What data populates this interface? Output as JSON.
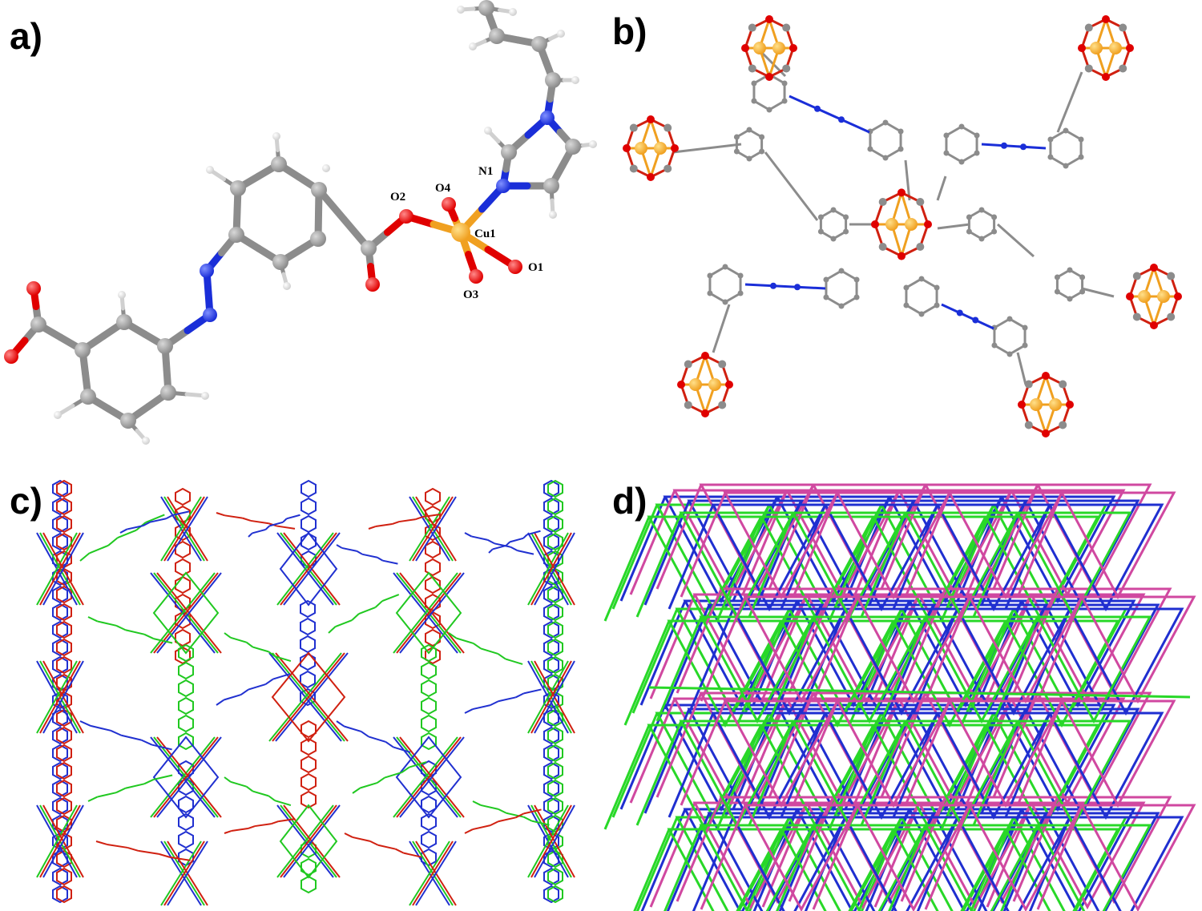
{
  "panels": {
    "a": {
      "label": "a)"
    },
    "b": {
      "label": "b)"
    },
    "c": {
      "label": "c)"
    },
    "d": {
      "label": "d)"
    }
  },
  "atom_labels": {
    "n1": "N1",
    "o2": "O2",
    "o4": "O4",
    "cu1": "Cu1",
    "o1": "O1",
    "o3": "O3"
  },
  "colors": {
    "carbon": "#8c8c8c",
    "oxygen": "#e00000",
    "nitrogen": "#1a2ed8",
    "copper": "#f0a020",
    "hydrogen": "#d0d0d0",
    "net_blue": "#1f2fd0",
    "net_green": "#28d828",
    "net_magenta": "#d048a0",
    "wire_red": "#d02010"
  }
}
